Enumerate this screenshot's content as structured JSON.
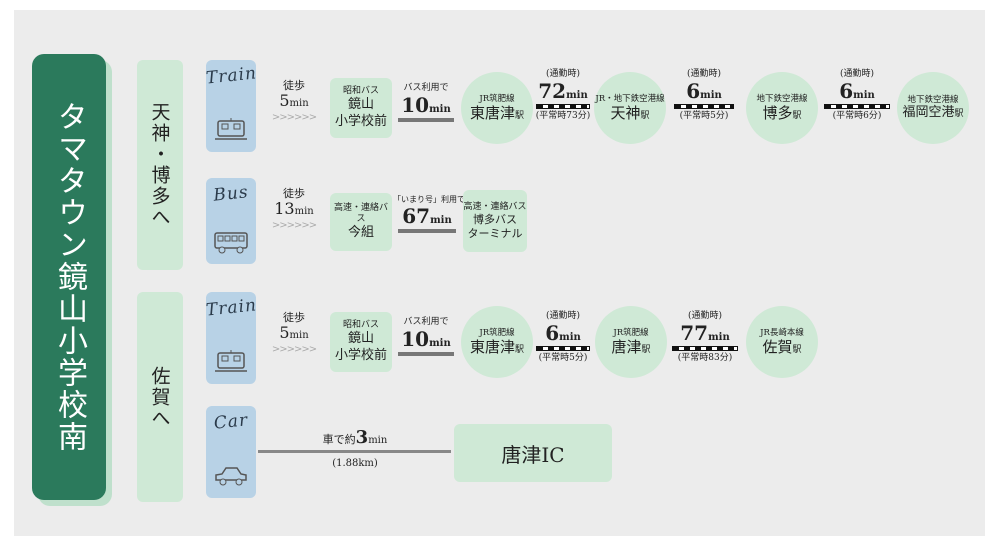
{
  "origin": "タマタウン鏡山小学校南",
  "destinations": {
    "tenjin": "天神・博多へ",
    "saga": "佐賀へ"
  },
  "modes": {
    "train": "Train",
    "bus": "Bus",
    "car": "Car"
  },
  "route1": {
    "walk_label": "徒歩",
    "walk_value": "5",
    "walk_unit": "min",
    "bus_stop_line": "昭和バス",
    "bus_stop_name_1": "鏡山",
    "bus_stop_name_2": "小学校前",
    "bus_ride_label": "バス利用で",
    "bus_ride_value": "10",
    "bus_ride_unit": "min",
    "s1_line": "JR筑肥線",
    "s1_name": "東唐津",
    "s1_suffix": "駅",
    "seg1_label": "(通勤時)",
    "seg1_value": "72",
    "seg1_unit": "min",
    "seg1_normal": "(平常時73分)",
    "s2_line": "JR・地下鉄空港線",
    "s2_name": "天神",
    "s2_suffix": "駅",
    "seg2_label": "(通勤時)",
    "seg2_value": "6",
    "seg2_unit": "min",
    "seg2_normal": "(平常時5分)",
    "s3_line": "地下鉄空港線",
    "s3_name": "博多",
    "s3_suffix": "駅",
    "seg3_label": "(通勤時)",
    "seg3_value": "6",
    "seg3_unit": "min",
    "seg3_normal": "(平常時6分)",
    "s4_line": "地下鉄空港線",
    "s4_name": "福岡空港",
    "s4_suffix": "駅"
  },
  "route2": {
    "walk_label": "徒歩",
    "walk_value": "13",
    "walk_unit": "min",
    "stop_line": "高速・連絡バス",
    "stop_name": "今組",
    "ride_label": "「いまり号」利用で",
    "ride_value": "67",
    "ride_unit": "min",
    "dest_line": "高速・連絡バス",
    "dest_name_1": "博多バス",
    "dest_name_2": "ターミナル"
  },
  "route3": {
    "walk_label": "徒歩",
    "walk_value": "5",
    "walk_unit": "min",
    "bus_stop_line": "昭和バス",
    "bus_stop_name_1": "鏡山",
    "bus_stop_name_2": "小学校前",
    "bus_ride_label": "バス利用で",
    "bus_ride_value": "10",
    "bus_ride_unit": "min",
    "s1_line": "JR筑肥線",
    "s1_name": "東唐津",
    "s1_suffix": "駅",
    "seg1_label": "(通勤時)",
    "seg1_value": "6",
    "seg1_unit": "min",
    "seg1_normal": "(平常時5分)",
    "s2_line": "JR筑肥線",
    "s2_name": "唐津",
    "s2_suffix": "駅",
    "seg2_label": "(通勤時)",
    "seg2_value": "77",
    "seg2_unit": "min",
    "seg2_normal": "(平常時83分)",
    "s3_line": "JR長崎本線",
    "s3_name": "佐賀",
    "s3_suffix": "駅"
  },
  "route4": {
    "drive_label": "車で約",
    "drive_value": "3",
    "drive_unit": "min",
    "distance": "(1.88km)",
    "dest": "唐津IC"
  },
  "arrows": ">>>>>>"
}
